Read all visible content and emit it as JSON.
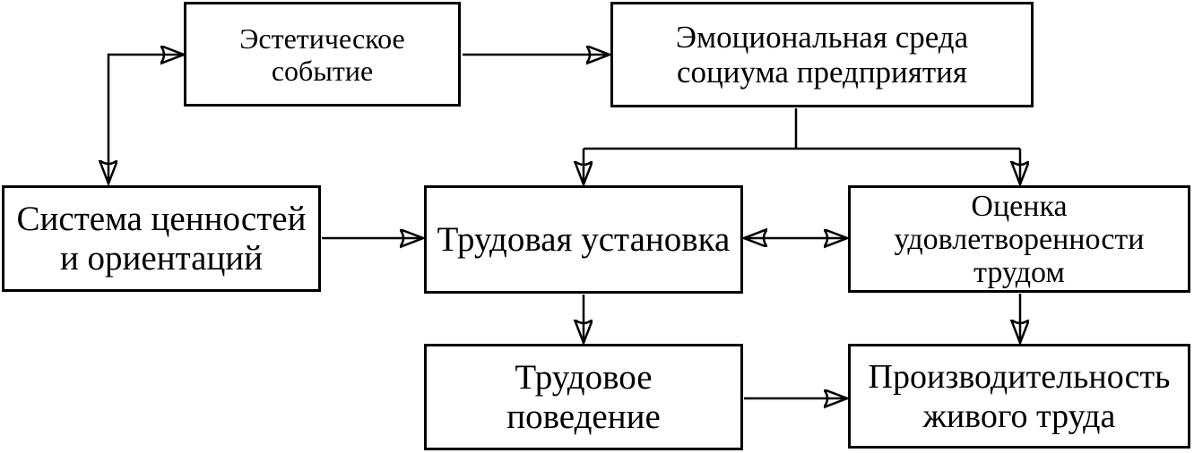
{
  "diagram": {
    "colors": {
      "stroke": "#000000",
      "box_fill": "#ffffff",
      "background": "#ffffff"
    },
    "nodes": {
      "aesthetic_event": {
        "label": "Эстетическое\nсобытие"
      },
      "emotional_environment": {
        "label": "Эмоциональная среда\nсоциума предприятия"
      },
      "value_system": {
        "label": "Система ценностей\nи ориентаций"
      },
      "work_attitude": {
        "label": "Трудовая установка"
      },
      "satisfaction_assessment": {
        "label": "Оценка\nудовлетворенности\nтрудом"
      },
      "work_behavior": {
        "label": "Трудовое\nповедение"
      },
      "labor_productivity": {
        "label": "Производительность\nживого труда"
      }
    }
  }
}
